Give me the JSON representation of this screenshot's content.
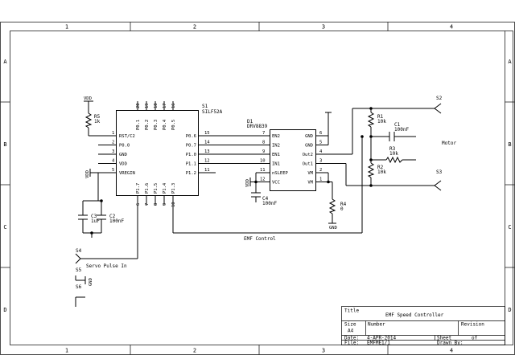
{
  "frame": {
    "columns": [
      "1",
      "2",
      "3",
      "4"
    ],
    "rows": [
      "A",
      "B",
      "C",
      "D"
    ]
  },
  "title_block": {
    "title_label": "Title",
    "title": "EMF Speed Controller",
    "size_label": "Size",
    "size": "A4",
    "number_label": "Number",
    "revision_label": "Revision",
    "date_label": "Date:",
    "date": "4-APR-2014",
    "file_label": "File:",
    "file": "EMFME1/1",
    "sheet_label": "Sheet",
    "of_label": "of",
    "drawn_label": "Drawn By:"
  },
  "u_mcu": {
    "ref": "S1",
    "part": "SILF52A",
    "left_pins": [
      {
        "num": "1",
        "name": "RST/C2"
      },
      {
        "num": "2",
        "name": "P0.0"
      },
      {
        "num": "3",
        "name": "GND"
      },
      {
        "num": "4",
        "name": "VDD"
      },
      {
        "num": "5",
        "name": "VREGIN"
      }
    ],
    "right_pins": [
      {
        "num": "15",
        "name": "P0.6"
      },
      {
        "num": "14",
        "name": "P0.7"
      },
      {
        "num": "13",
        "name": "P1.0"
      },
      {
        "num": "12",
        "name": "P1.1"
      },
      {
        "num": "11",
        "name": "P1.2"
      }
    ],
    "top_pins": [
      {
        "num": "20",
        "name": "P0.1"
      },
      {
        "num": "19",
        "name": "P0.2"
      },
      {
        "num": "18",
        "name": "P0.3"
      },
      {
        "num": "17",
        "name": "P0.4"
      },
      {
        "num": "16",
        "name": "P0.5"
      }
    ],
    "bottom_pins": [
      {
        "num": "6",
        "name": "P1.7"
      },
      {
        "num": "7",
        "name": "P1.6"
      },
      {
        "num": "8",
        "name": "P1.5"
      },
      {
        "num": "9",
        "name": "P1.4"
      },
      {
        "num": "10",
        "name": "P1.3"
      }
    ]
  },
  "u_driver": {
    "ref": "D1",
    "part": "DRV8839",
    "left_pins": [
      {
        "num": "7",
        "name": "EN2"
      },
      {
        "num": "8",
        "name": "IN2"
      },
      {
        "num": "9",
        "name": "EN1"
      },
      {
        "num": "10",
        "name": "IN1"
      },
      {
        "num": "11",
        "name": "nSLEEP"
      },
      {
        "num": "12",
        "name": "VCC"
      }
    ],
    "right_pins": [
      {
        "num": "6",
        "name": "GND"
      },
      {
        "num": "5",
        "name": "GND"
      },
      {
        "num": "4",
        "name": "Out2"
      },
      {
        "num": "3",
        "name": "Out1"
      },
      {
        "num": "2",
        "name": "VM"
      },
      {
        "num": "1",
        "name": "VM"
      }
    ]
  },
  "components": {
    "r5": {
      "ref": "R5",
      "value": "1k"
    },
    "r1": {
      "ref": "R1",
      "value": "10k"
    },
    "r2": {
      "ref": "R2",
      "value": "10k"
    },
    "r3": {
      "ref": "R3",
      "value": "10k"
    },
    "r4": {
      "ref": "R4",
      "value": "0"
    },
    "c1": {
      "ref": "C1",
      "value": "100nF"
    },
    "c2": {
      "ref": "C2",
      "value": "100nF"
    },
    "c3": {
      "ref": "C3",
      "value": "1uF"
    },
    "c4": {
      "ref": "C4",
      "value": "100nF"
    }
  },
  "nets": {
    "vdd": "VDD",
    "gnd": "GND",
    "s2": "S2",
    "s3": "S3",
    "s4": "S4",
    "s5": "S5",
    "s6": "S6",
    "motor": "Motor",
    "emf_control": "EMF Control",
    "servo_pulse_in": "Servo Pulse In"
  }
}
